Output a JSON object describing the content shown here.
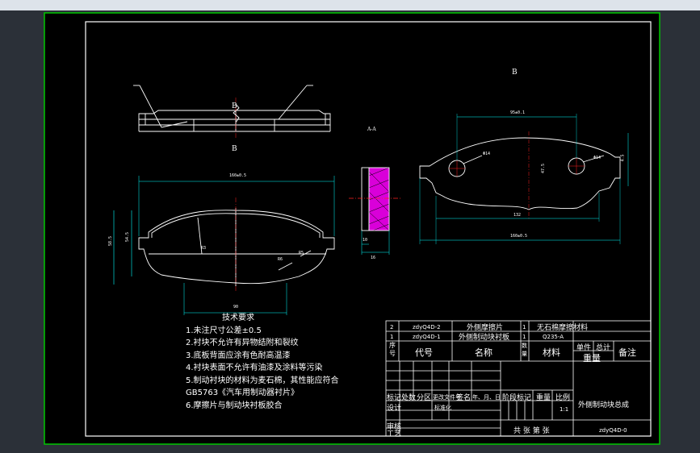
{
  "view_labels": {
    "top_view": "B",
    "front_view": "B",
    "right_view": "B",
    "section": "A-A"
  },
  "notes": {
    "title": "技术要求",
    "items": [
      "1.未注尺寸公差±0.5",
      "2.衬块不允许有异物结附和裂纹",
      "3.底板背面应涂有色耐高温漆",
      "4.衬块表面不允许有油漆及涂料等污染",
      "5.制动衬块的材料为麦石棉，其性能应符合",
      "GB5763《汽车用制动器衬片》",
      "6.摩擦片与制动块衬板胶合"
    ]
  },
  "dimensions": {
    "overall_length": "160±0.5",
    "overall_length_r": "160±0.5",
    "inner_length": "132",
    "hole_spacing": "95±0.1",
    "height": "58.5",
    "height_inner": "54.5",
    "hole_dia_left": "Φ14",
    "hole_dia_right": "Φ14",
    "right_height": "47.5",
    "radius_outer": "R5",
    "radius_inner": "R3",
    "radius_bottom": "R6",
    "bottom_width": "90",
    "side_width": "16",
    "side_thickness": "10",
    "small_right": "4.5"
  },
  "parts_list": {
    "rows": [
      {
        "no": "2",
        "code": "zdyQ4D-2",
        "name": "外侧摩擦片",
        "qty": "1",
        "material": "无石棉摩擦材料"
      },
      {
        "no": "1",
        "code": "zdyQ4D-1",
        "name": "外侧制动块衬板",
        "qty": "1",
        "material": "Q235-A"
      }
    ],
    "header": {
      "no": "序号",
      "code": "代号",
      "name": "名称",
      "qty": "数量",
      "material": "材料",
      "single": "单件",
      "total": "总计",
      "weight": "重量",
      "remark": "备注"
    }
  },
  "title_block": {
    "revision_row": [
      "标记",
      "处数",
      "分区",
      "更改文件号",
      "签名",
      "年、月、日"
    ],
    "design": "设计",
    "standard": "标准化",
    "review": "审核",
    "process": "工艺",
    "stage_mark": "阶段标记",
    "weight": "重量",
    "scale": "比例",
    "scale_value": "1:1",
    "sheets": "共 张 第 张",
    "drawing_title": "外侧制动块总成",
    "drawing_no": "zdyQ4D-0"
  },
  "colors": {
    "canvas": "#000000",
    "frame": "#00c800",
    "lines": "#ffffff",
    "centerline": "#ff2020",
    "hatch": "#ff00ff",
    "dimension": "#00ffff"
  }
}
